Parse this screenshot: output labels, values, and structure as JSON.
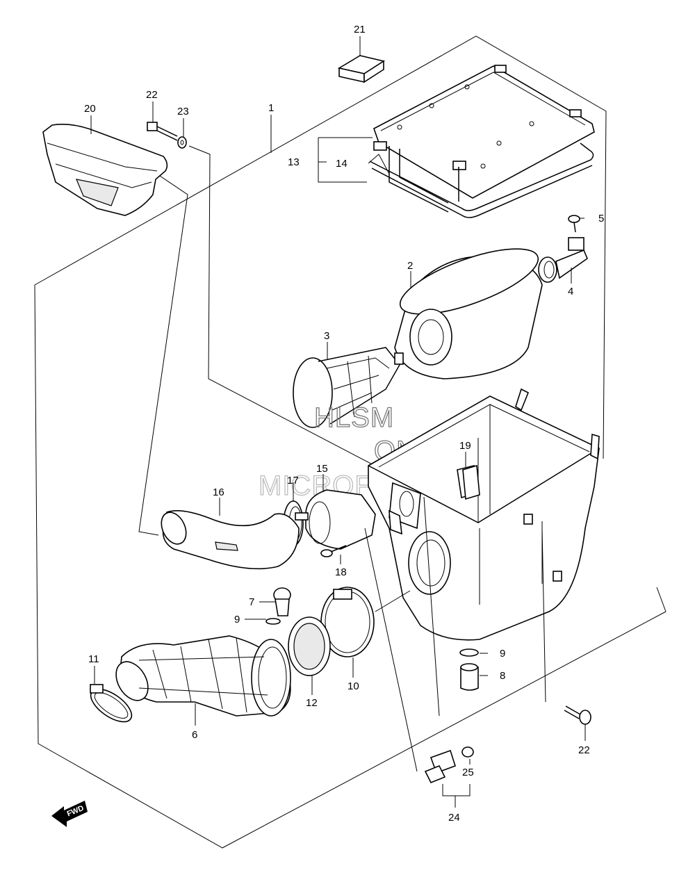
{
  "callouts": [
    "1",
    "2",
    "3",
    "4",
    "5",
    "6",
    "7",
    "8",
    "9",
    "9",
    "10",
    "11",
    "12",
    "13",
    "14",
    "15",
    "16",
    "17",
    "18",
    "19",
    "20",
    "21",
    "22",
    "22",
    "23",
    "24",
    "25"
  ],
  "watermark": {
    "line1": "HLSM",
    "line2": "ONLINE",
    "line3": "MICROFICHE"
  },
  "fwd_label": "FWD"
}
